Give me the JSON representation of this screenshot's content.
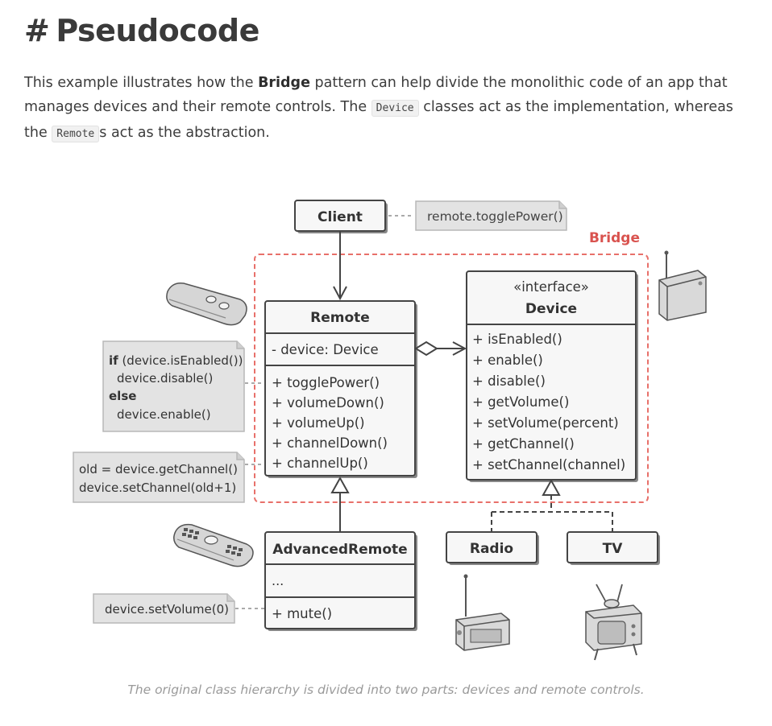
{
  "heading": {
    "hash": "#",
    "title": "Pseudocode"
  },
  "intro": {
    "before": "This example illustrates how the ",
    "bold": "Bridge",
    "middle": " pattern can help divide the monolithic code of an app that manages devices and their remote controls. The ",
    "code1": "Device",
    "after_code1": " classes act as the implementation, whereas the ",
    "code2": "Remote",
    "after_code2": "s act as the abstraction."
  },
  "diagram": {
    "bridge_label": "Bridge",
    "client": {
      "name": "Client",
      "note": "remote.togglePower()"
    },
    "remote": {
      "name": "Remote",
      "field": "- device: Device",
      "methods": [
        "+ togglePower()",
        "+ volumeDown()",
        "+ volumeUp()",
        "+ channelDown()",
        "+ channelUp()"
      ]
    },
    "device": {
      "stereotype": "«interface»",
      "name": "Device",
      "methods": [
        "+ isEnabled()",
        "+ enable()",
        "+ disable()",
        "+ getVolume()",
        "+ setVolume(percent)",
        "+ getChannel()",
        "+ setChannel(channel)"
      ]
    },
    "advanced_remote": {
      "name": "AdvancedRemote",
      "field": "...",
      "method": "+ mute()"
    },
    "radio": {
      "name": "Radio"
    },
    "tv": {
      "name": "TV"
    },
    "notes": {
      "toggle": {
        "kw_if": "if",
        "cond": " (device.isEnabled())",
        "line2": "device.disable()",
        "kw_else": "else",
        "line4": "device.enable()"
      },
      "channel": {
        "line1": "old = device.getChannel()",
        "line2": "device.setChannel(old+1)"
      },
      "mute": "device.setVolume(0)"
    }
  },
  "caption": "The original class hierarchy is divided into two parts: devices and remote controls.",
  "colors": {
    "bridge": "#e8706a",
    "note_bg": "#e3e3e3",
    "box_bg": "#f7f7f7",
    "stroke": "#444444"
  }
}
